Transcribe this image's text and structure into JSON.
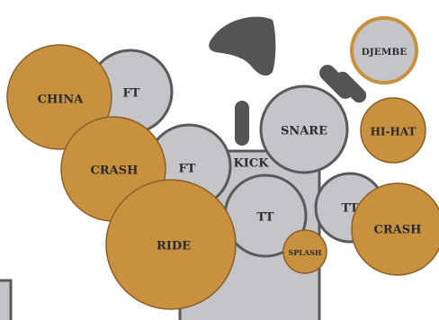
{
  "diagram": {
    "labels": {
      "china": "CHINA",
      "ft_top": "FT",
      "crash_left": "CRASH",
      "ft_mid": "FT",
      "ride": "RIDE",
      "kick": "KICK",
      "tt_center": "TT",
      "snare": "SNARE",
      "hihat": "HI-HAT",
      "djembe": "DJEMBE",
      "tt_right": "TT",
      "crash_right": "CRASH",
      "splash": "SPLASH"
    },
    "colors": {
      "drum_fill": "#c4c4c9",
      "drum_stroke": "#595959",
      "cymbal_fill": "#c8913f",
      "cymbal_stroke": "#8a5e25",
      "stand": "#545454"
    }
  }
}
